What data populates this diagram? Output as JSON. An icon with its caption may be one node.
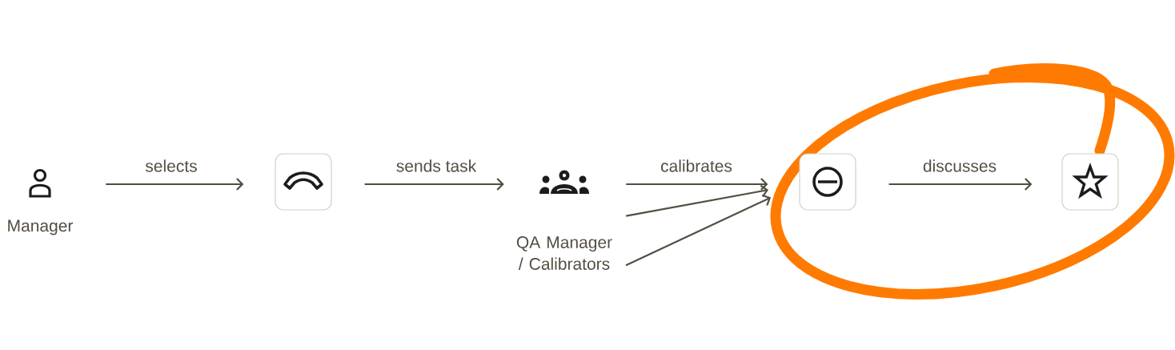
{
  "diagram": {
    "nodes": [
      {
        "text": [
          "Manager"
        ]
      },
      {
        "text": [],
        "shape": "box"
      },
      {
        "text": [
          "QA Manager / Calibrators"
        ]
      },
      {
        "text": [],
        "shape": "box"
      },
      {
        "text": [],
        "shape": "box"
      }
    ],
    "edges": [
      {
        "from": 0,
        "to": 1,
        "arrow": "to",
        "label": "selects"
      },
      {
        "from": 1,
        "to": 2,
        "arrow": "to",
        "label": "sends task"
      },
      {
        "from": 2,
        "to": 3,
        "arrow": "to",
        "label": "calibrates"
      },
      {
        "from": 2,
        "to": 3,
        "arrow": "to"
      },
      {
        "from": 2,
        "to": 3,
        "arrow": "to"
      },
      {
        "from": 3,
        "to": 4,
        "arrow": "to",
        "label": "discusses"
      }
    ]
  }
}
